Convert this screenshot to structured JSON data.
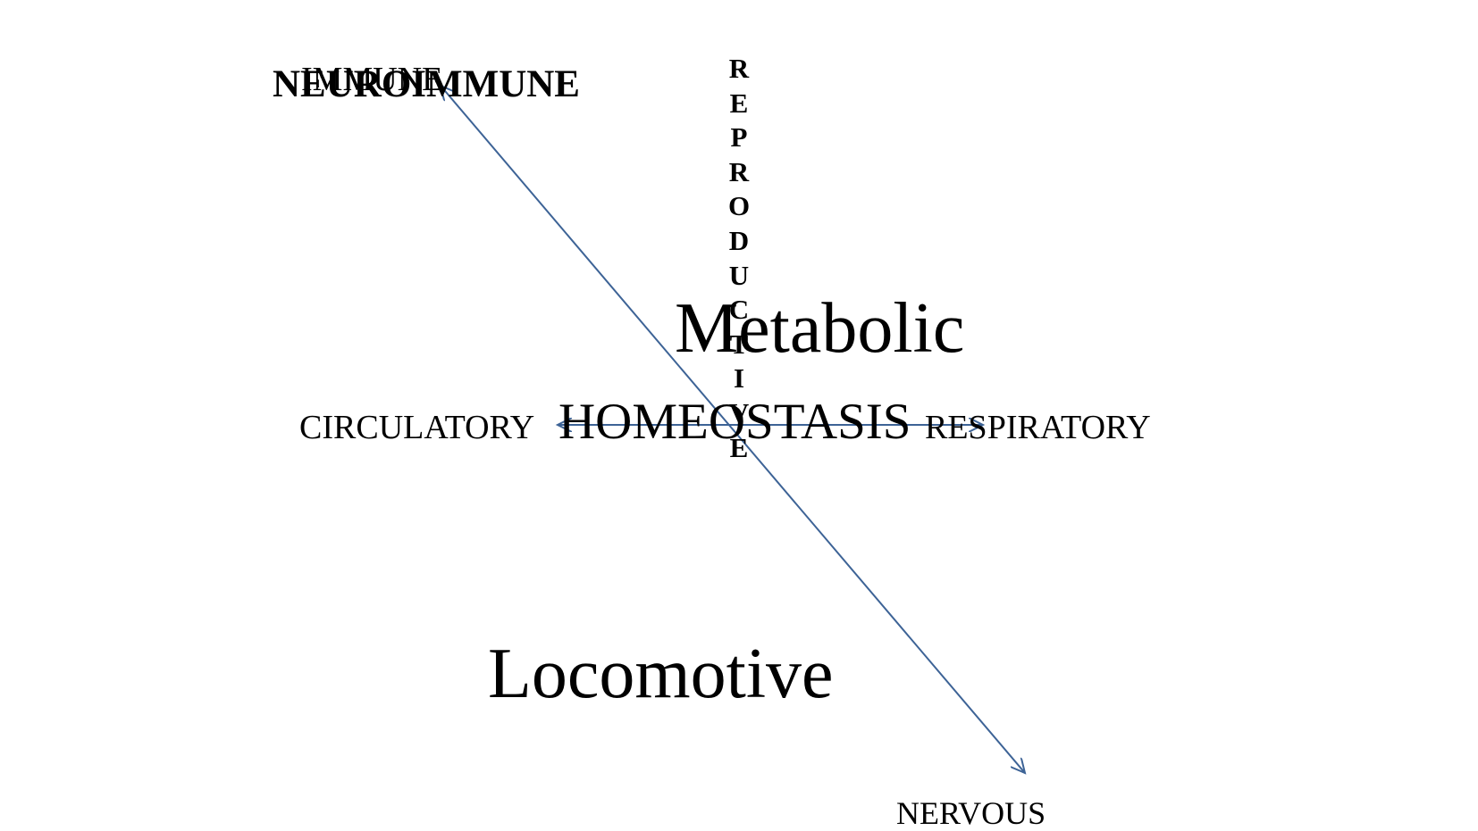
{
  "labels": {
    "immune": "IMMUNE",
    "neuroimmune": "NEUROIMMUNE",
    "reproductive": "REPRODUCTIVE",
    "metabolic": "Metabolic",
    "homeostasis": "HOMEOSTASIS",
    "circulatory": "CIRCULATORY",
    "respiratory": "RESPIRATORY",
    "locomotive": "Locomotive",
    "nervous": "NERVOUS"
  },
  "colors": {
    "arrow": "#3d6396",
    "text": "#000000",
    "background": "#ffffff"
  }
}
